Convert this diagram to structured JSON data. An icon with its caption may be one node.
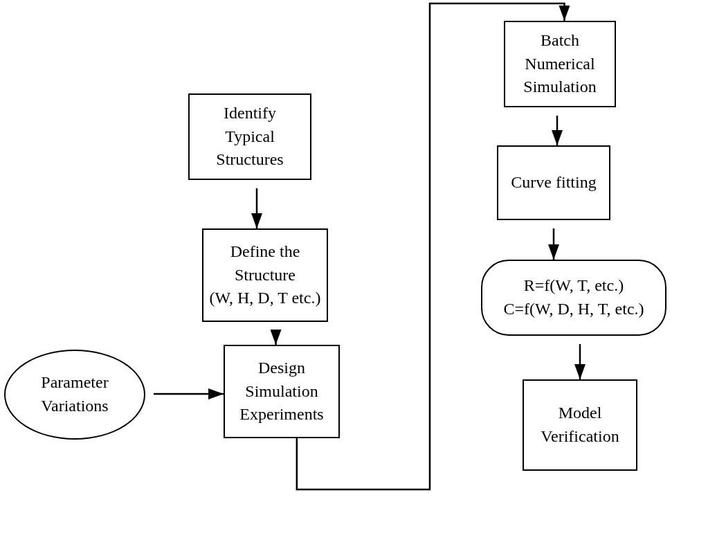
{
  "diagram": {
    "nodes": [
      {
        "text": [
          "Identify Typical Structures"
        ]
      },
      {
        "text": [
          "Define the Structure",
          "(W, H, D, T etc.)"
        ]
      },
      {
        "text": [
          "Design Simulation Experiments"
        ]
      },
      {
        "text": [
          "Parameter Variations"
        ]
      },
      {
        "text": [
          "Batch Numerical Simulation"
        ]
      },
      {
        "text": [
          "Curve fitting"
        ]
      },
      {
        "text": [
          "R=f(W, T, etc.)",
          "C=f(W, D, H, T, etc.)"
        ]
      },
      {
        "text": [
          "Model Verification"
        ]
      }
    ],
    "edges": [
      {
        "from": 0,
        "to": 1,
        "arrow": "to"
      },
      {
        "from": 1,
        "to": 2,
        "arrow": "to"
      },
      {
        "from": 3,
        "to": 2,
        "arrow": "to"
      },
      {
        "from": 2,
        "to": 4,
        "arrow": "to"
      },
      {
        "from": 4,
        "to": 5,
        "arrow": "to"
      },
      {
        "from": 5,
        "to": 6,
        "arrow": "to"
      },
      {
        "from": 6,
        "to": 7,
        "arrow": "to"
      }
    ]
  }
}
